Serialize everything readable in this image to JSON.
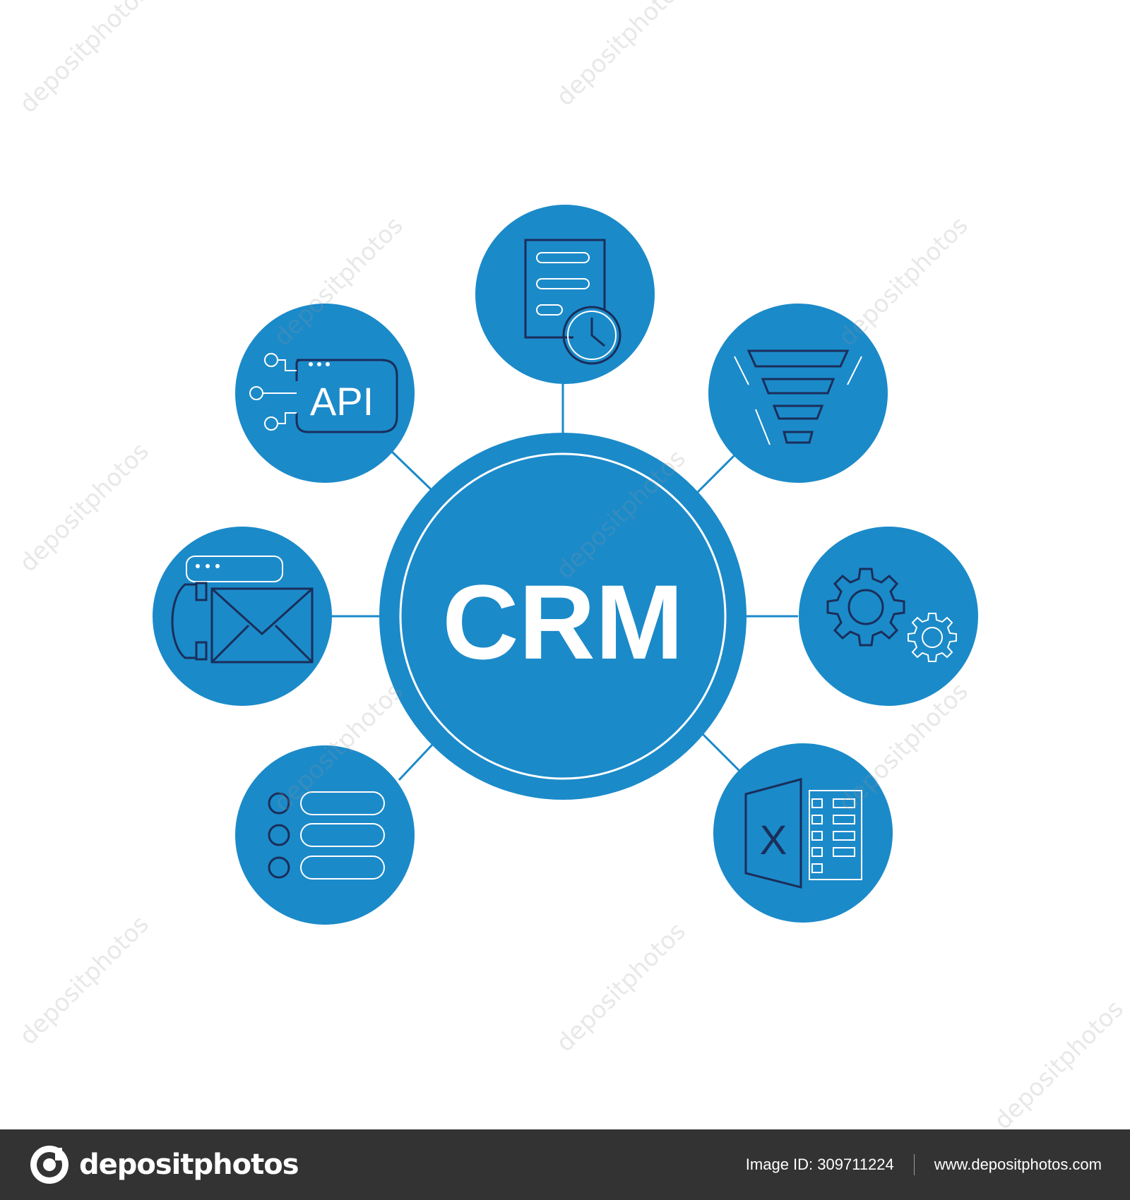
{
  "diagram": {
    "center_label": "CRM",
    "api_label": "API",
    "excel_label": "X",
    "nodes": [
      {
        "id": "document-clock",
        "icon": "document-clock-icon"
      },
      {
        "id": "sales-funnel",
        "icon": "funnel-icon"
      },
      {
        "id": "settings",
        "icon": "gears-icon"
      },
      {
        "id": "spreadsheet",
        "icon": "excel-sheet-icon"
      },
      {
        "id": "list",
        "icon": "checklist-icon"
      },
      {
        "id": "communication",
        "icon": "phone-mail-icon"
      },
      {
        "id": "api",
        "icon": "api-icon"
      }
    ],
    "colors": {
      "circle": "#1b8ac9",
      "line_dark": "#1a2e5a",
      "line_light": "#ffffff",
      "connector": "#1b8ac9"
    }
  },
  "watermark": {
    "text": "depositphotos"
  },
  "footer": {
    "brand": "depositphotos",
    "image_id": "Image ID: 309711224",
    "website": "www.depositphotos.com"
  }
}
